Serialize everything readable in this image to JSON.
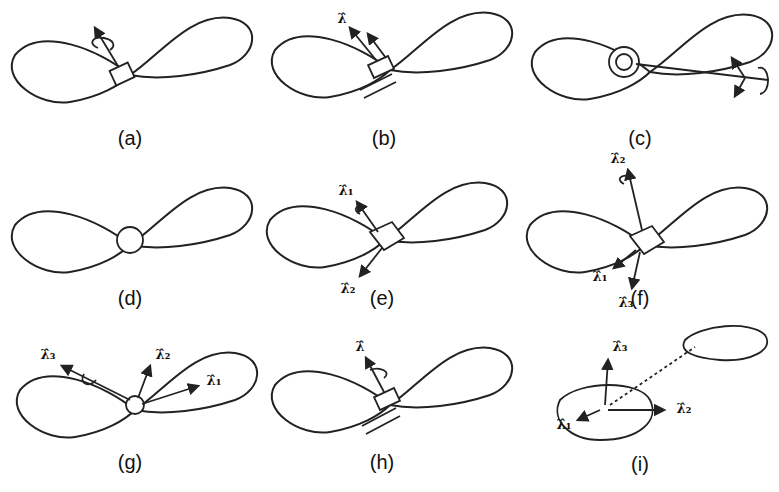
{
  "diagram": {
    "labels": [
      "(a)",
      "λ̂",
      "(b)",
      "(c)",
      "(d)",
      "λ̂₁",
      "λ̂₂",
      "(e)",
      "λ̂₂",
      "λ̂₁",
      "λ̂₃",
      "(f)",
      "λ̂₃",
      "λ̂₂",
      "λ̂₁",
      "(g)",
      "λ̂",
      "(h)",
      "λ̂₃",
      "λ̂₁",
      "λ̂₂",
      "(i)"
    ]
  }
}
